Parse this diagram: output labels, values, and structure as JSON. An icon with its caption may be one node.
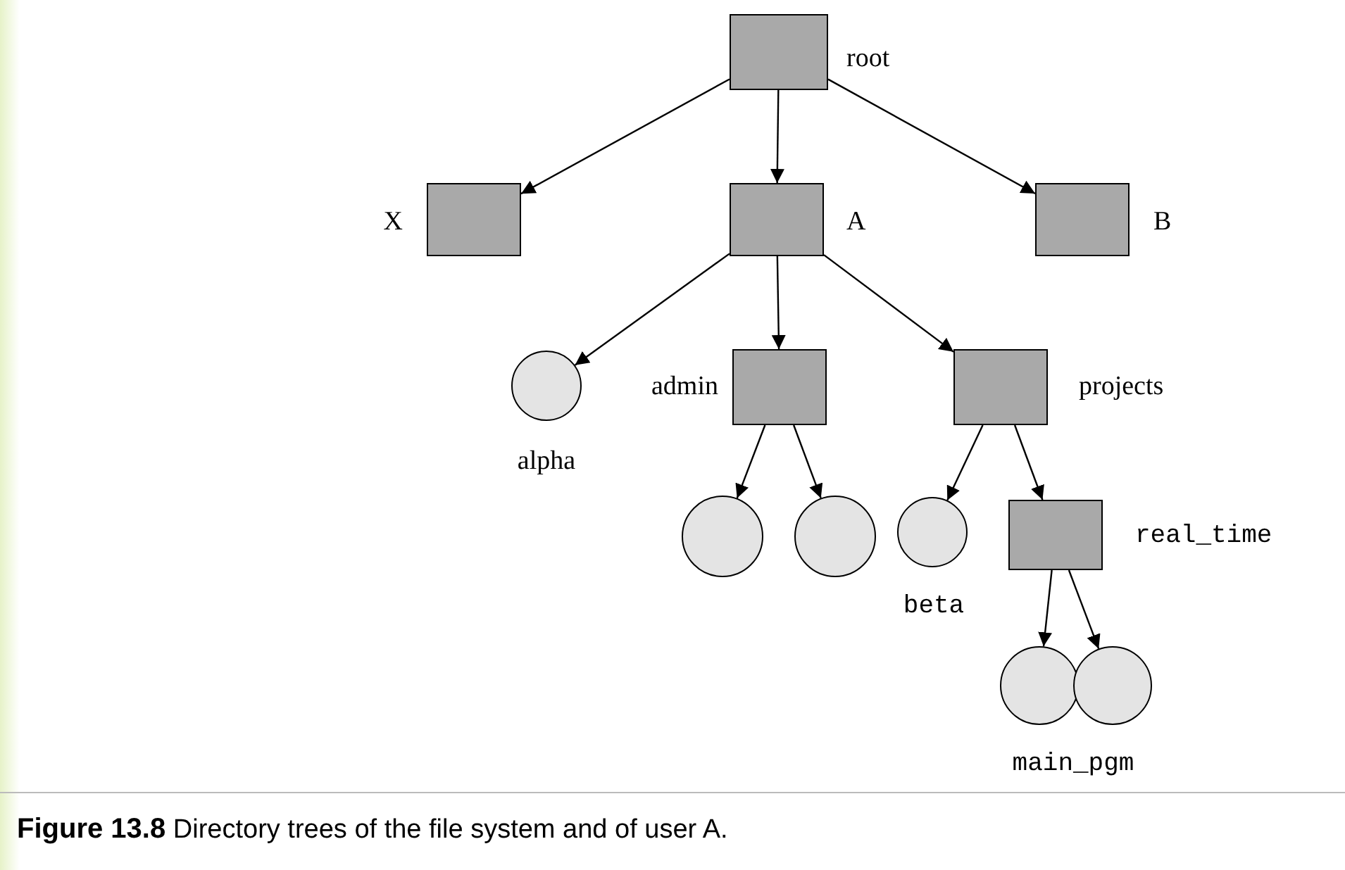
{
  "diagram": {
    "caption": "**Figure 13.8** Directory trees of the file system and of user A.",
    "nodes": [
      {
        "text": [],
        "shape": "box",
        "beside": [
          "root"
        ]
      },
      {
        "text": [],
        "shape": "box",
        "beside": [
          "X"
        ]
      },
      {
        "text": [],
        "shape": "box",
        "beside": [
          "A"
        ]
      },
      {
        "text": [],
        "shape": "box",
        "beside": [
          "B"
        ]
      },
      {
        "text": [],
        "shape": "circle",
        "beside": [
          "alpha"
        ]
      },
      {
        "text": [],
        "shape": "box",
        "beside": [
          "admin"
        ]
      },
      {
        "text": [],
        "shape": "box",
        "beside": [
          "projects"
        ]
      },
      {
        "text": [],
        "shape": "circle"
      },
      {
        "text": [],
        "shape": "circle"
      },
      {
        "text": [],
        "shape": "circle",
        "beside": [
          "beta"
        ]
      },
      {
        "text": [],
        "shape": "box",
        "beside": [
          "real_time"
        ]
      },
      {
        "text": [],
        "shape": "circle"
      },
      {
        "text": [],
        "shape": "circle"
      }
    ],
    "edges": [
      {
        "from": 0,
        "to": 1,
        "arrow": "to"
      },
      {
        "from": 0,
        "to": 2,
        "arrow": "to"
      },
      {
        "from": 0,
        "to": 3,
        "arrow": "to"
      },
      {
        "from": 2,
        "to": 4,
        "arrow": "to"
      },
      {
        "from": 2,
        "to": 5,
        "arrow": "to"
      },
      {
        "from": 2,
        "to": 6,
        "arrow": "to"
      },
      {
        "from": 5,
        "to": 7,
        "arrow": "to"
      },
      {
        "from": 5,
        "to": 8,
        "arrow": "to"
      },
      {
        "from": 6,
        "to": 9,
        "arrow": "to"
      },
      {
        "from": 6,
        "to": 10,
        "arrow": "to"
      },
      {
        "from": 10,
        "to": 11,
        "arrow": "to"
      },
      {
        "from": 10,
        "to": 12,
        "arrow": "to"
      }
    ],
    "labels": [
      "main_pgm"
    ]
  }
}
